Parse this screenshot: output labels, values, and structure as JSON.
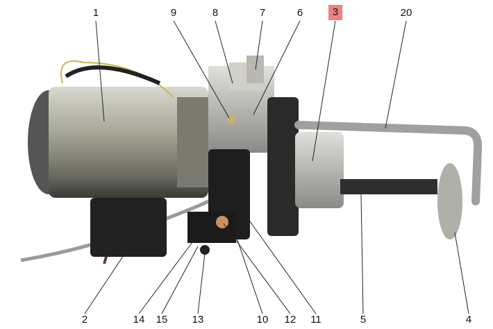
{
  "labels": {
    "l1": "1",
    "l9": "9",
    "l8": "8",
    "l7": "7",
    "l6": "6",
    "l3": "3",
    "l20": "20",
    "l2": "2",
    "l14": "14",
    "l15": "15",
    "l13": "13",
    "l10": "10",
    "l12": "12",
    "l11": "11",
    "l5": "5",
    "l4": "4"
  },
  "highlighted_label": "3",
  "highlight_color": "#f08080"
}
